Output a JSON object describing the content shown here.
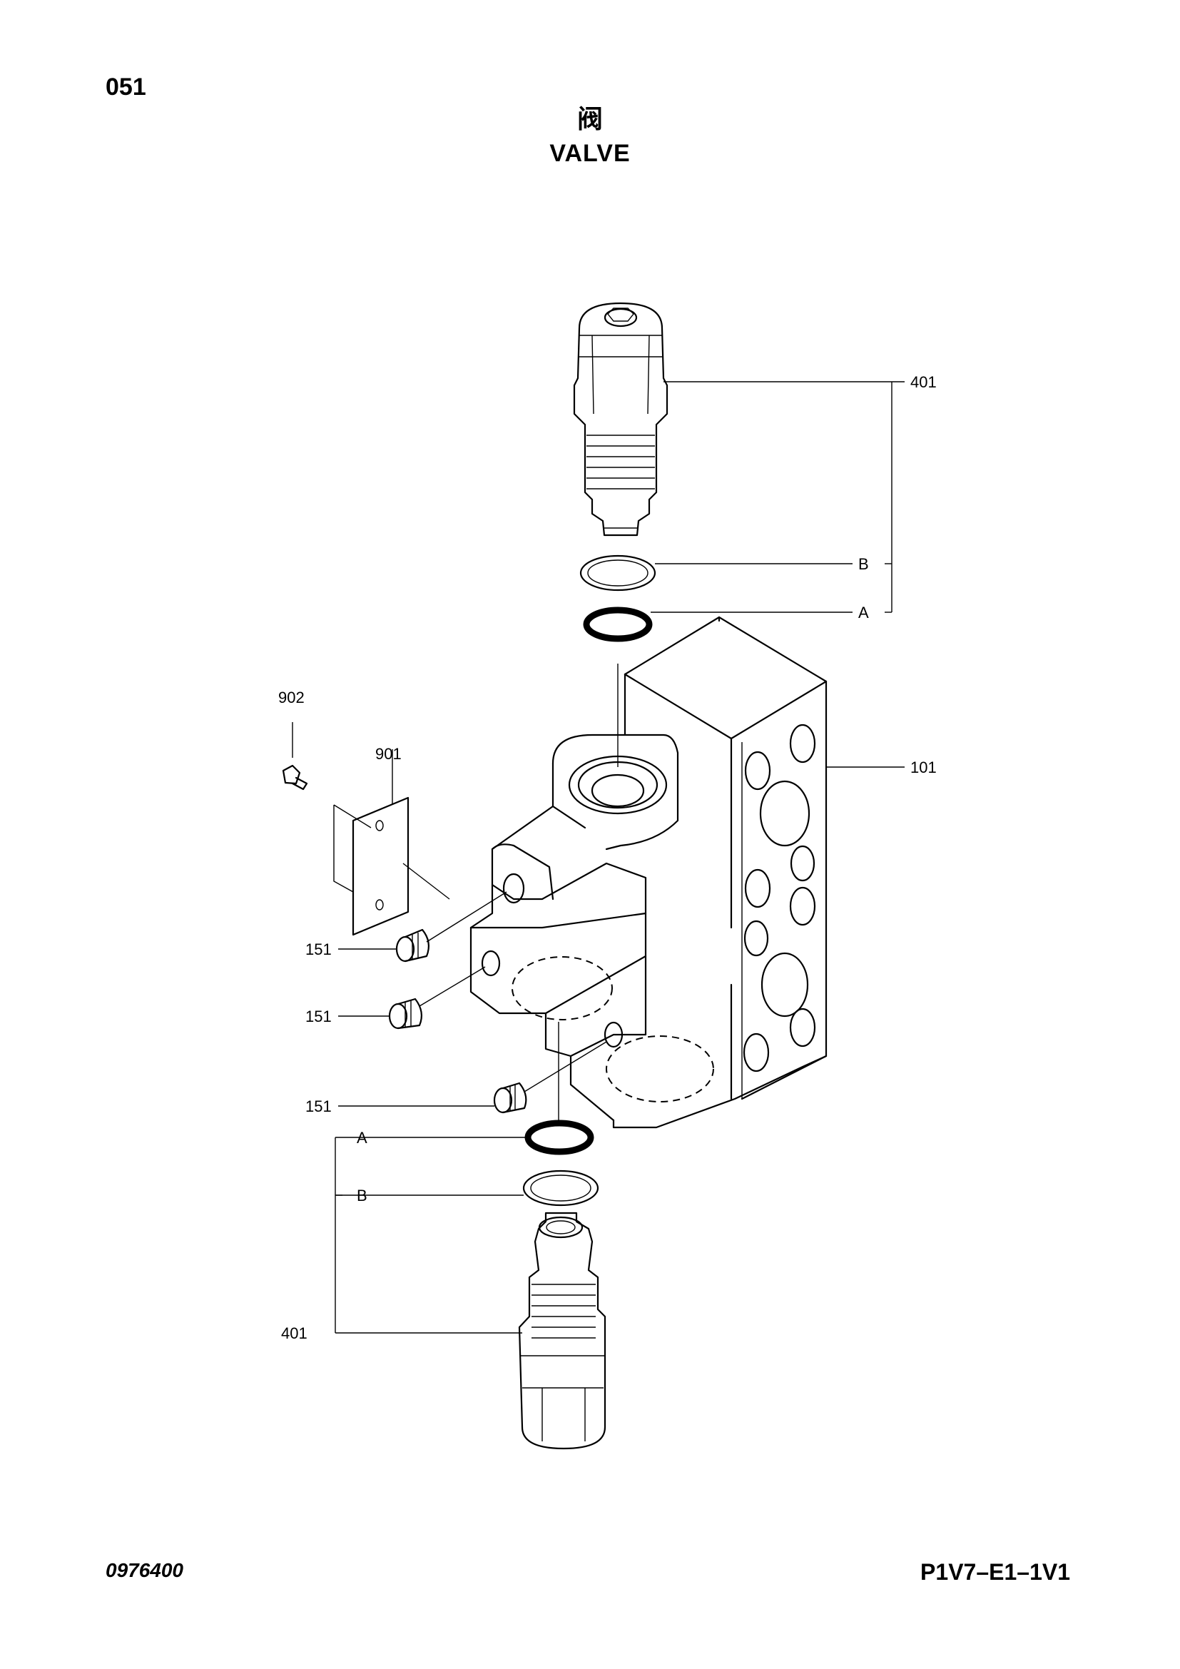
{
  "header": {
    "page_number": "051",
    "title_cn": "阀",
    "title_en": "VALVE"
  },
  "footer": {
    "doc_code": "0976400",
    "part_code": "P1V7–E1–1V1"
  },
  "callouts": {
    "relief_top": "401",
    "ring_b_top": "B",
    "ring_a_top": "A",
    "body": "101",
    "screw": "902",
    "plate": "901",
    "plug_1": "151",
    "plug_2": "151",
    "plug_3": "151",
    "ring_a_bottom": "A",
    "ring_b_bottom": "B",
    "relief_bottom": "401"
  }
}
